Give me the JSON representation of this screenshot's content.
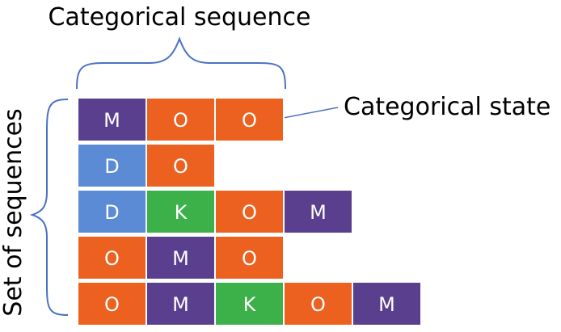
{
  "labels": {
    "top": "Categorical sequence",
    "right": "Categorical state",
    "left": "Set of sequences"
  },
  "colors": {
    "M": "#5b3f8f",
    "O": "#ec6120",
    "D": "#5b8bd4",
    "K": "#3cb14a",
    "brace": "#4a72c4",
    "cell_border": "#ffffff"
  },
  "sequences": [
    [
      "M",
      "O",
      "O"
    ],
    [
      "D",
      "O"
    ],
    [
      "D",
      "K",
      "O",
      "M"
    ],
    [
      "O",
      "M",
      "O"
    ],
    [
      "O",
      "M",
      "K",
      "O",
      "M"
    ]
  ]
}
